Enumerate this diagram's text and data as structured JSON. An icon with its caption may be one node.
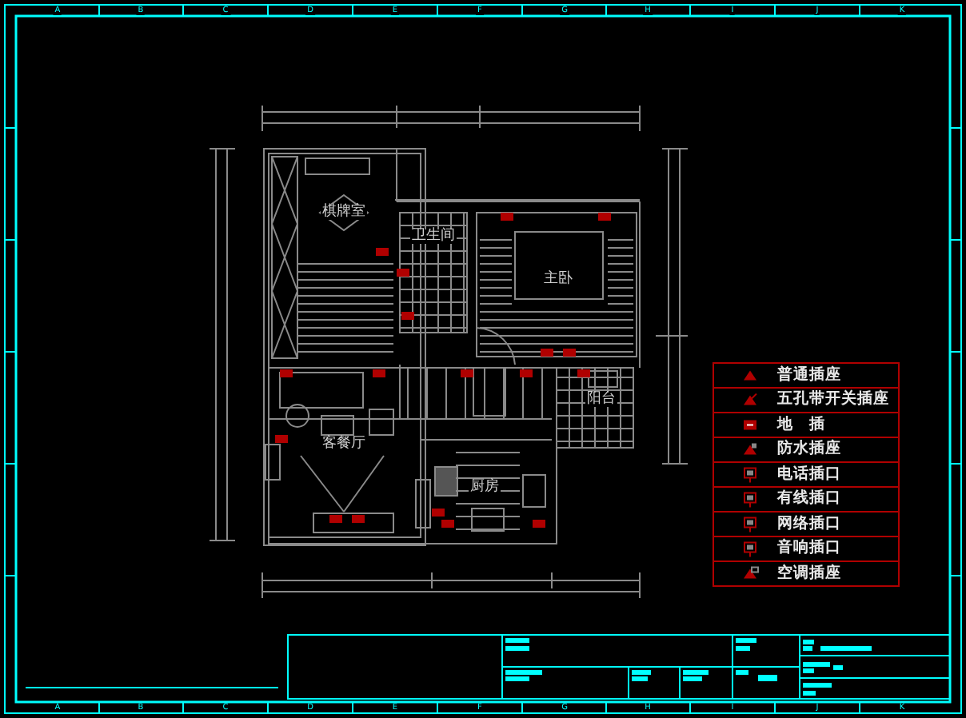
{
  "diagram": {
    "labels": [
      "A",
      "B",
      "C",
      "D",
      "E",
      "F",
      "G",
      "H",
      "I",
      "J",
      "K",
      "棋牌室",
      "卫生间",
      "主卧",
      "阳台",
      "客餐厅",
      "厨房",
      "A",
      "B",
      "C",
      "D",
      "E",
      "F",
      "G",
      "H",
      "I",
      "J",
      "K"
    ],
    "legend": [
      {
        "text": "普通插座"
      },
      {
        "text": "五孔带开关插座"
      },
      {
        "text": "地　插"
      },
      {
        "text": "防水插座"
      },
      {
        "text": "电话插口"
      },
      {
        "text": "有线插口"
      },
      {
        "text": "网络插口"
      },
      {
        "text": "音响插口"
      },
      {
        "text": "空调插座"
      }
    ]
  }
}
